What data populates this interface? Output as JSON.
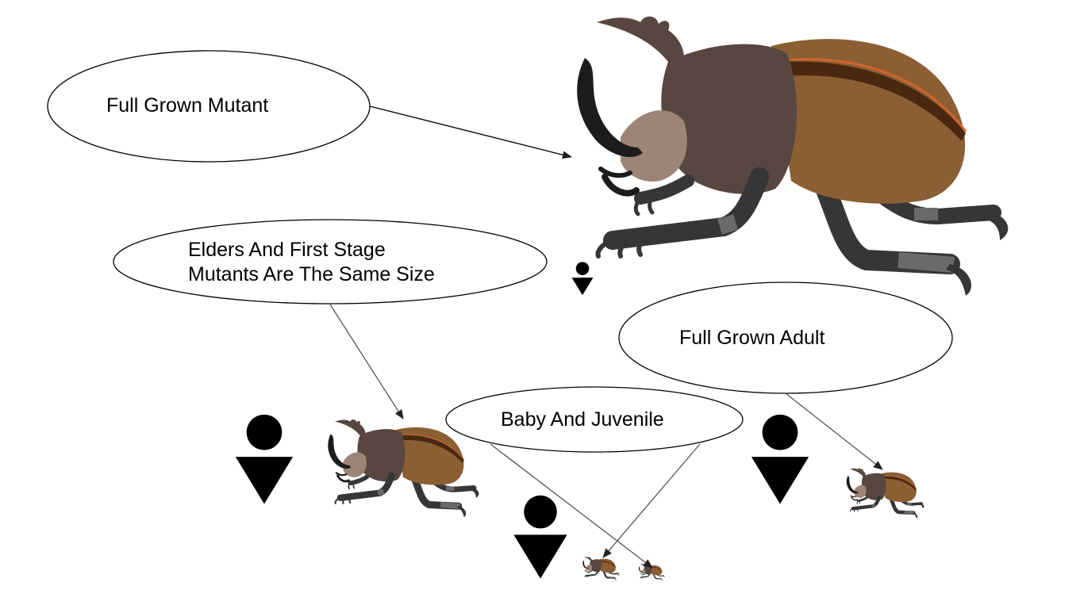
{
  "labels": {
    "full_grown_mutant": "Full Grown Mutant",
    "elders_line1": "Elders And First Stage",
    "elders_line2": "Mutants Are The Same Size",
    "full_grown_adult": "Full Grown Adult",
    "baby_juvenile": "Baby And Juvenile"
  },
  "icons": {
    "beetle": "rhinoceros-beetle-icon",
    "person": "person-size-reference-icon"
  },
  "colors": {
    "elytra": "#8b5e34",
    "elytra_stripe": "#4a2810",
    "elytra_highlight": "#d2642a",
    "pronotum": "#574740",
    "face": "#9c8577",
    "legs": "#363636",
    "leg_band": "#6a6a6a",
    "horn": "#1c1c1c",
    "outline": "#000000",
    "arrow": "#555555"
  }
}
